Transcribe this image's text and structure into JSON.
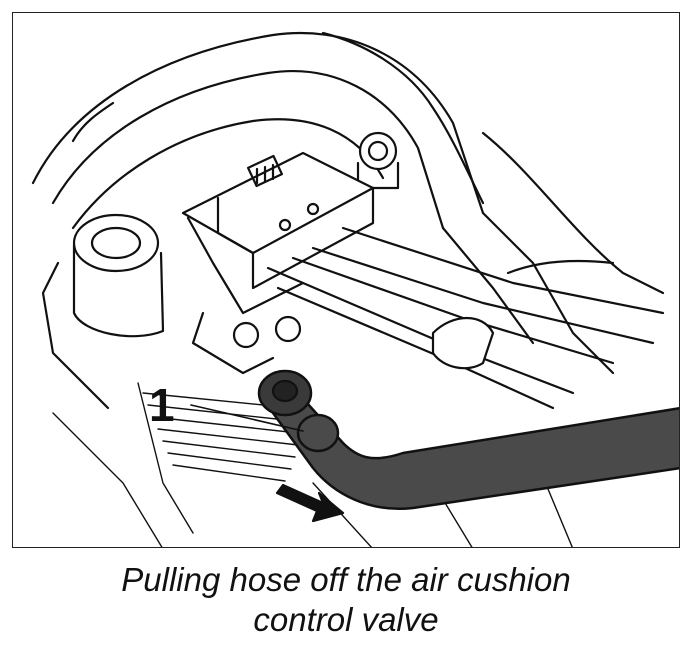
{
  "figure": {
    "callout_number": "1",
    "hose_color": "#4a4a4a",
    "line_color": "#111111",
    "icons": [
      "hose",
      "connector",
      "arrow-pull-direction"
    ]
  },
  "caption": {
    "line1": "Pulling hose off the air cushion",
    "line2": "control valve"
  }
}
